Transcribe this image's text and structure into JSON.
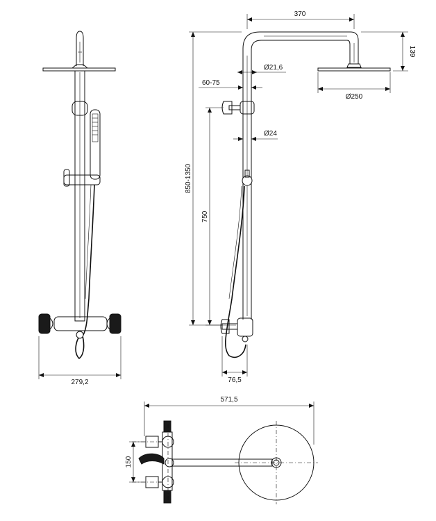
{
  "dimensions": {
    "width_bottom_front": "279,2",
    "arm_length": "370",
    "head_height": "139",
    "pipe_upper_dia": "Ø21,6",
    "wall_offset": "60-75",
    "head_dia": "Ø250",
    "pipe_lower_dia": "Ø24",
    "total_height": "850-1350",
    "mixer_height": "750",
    "spout_offset": "76,5",
    "top_width": "571,5",
    "top_depth": "150"
  }
}
